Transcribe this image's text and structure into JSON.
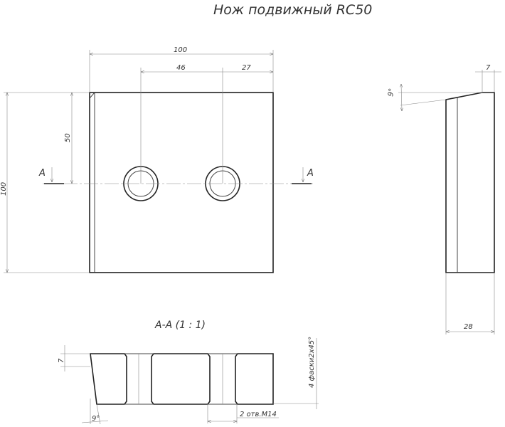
{
  "title": "Нож подвижный RC50",
  "front_view": {
    "dim_width": "100",
    "dim_hole_spacing": "46",
    "dim_edge": "27",
    "dim_height": "100",
    "dim_hole_height": "50",
    "section_mark": "A"
  },
  "side_view": {
    "dim_angle": "9°",
    "dim_top": "7",
    "dim_thickness": "28"
  },
  "section": {
    "title": "A-A  (1 : 1)",
    "dim_depth": "7",
    "dim_angle": "9°",
    "holes_note": "2 отв.М14",
    "chamfer_note": "4 фаски2x45°"
  }
}
